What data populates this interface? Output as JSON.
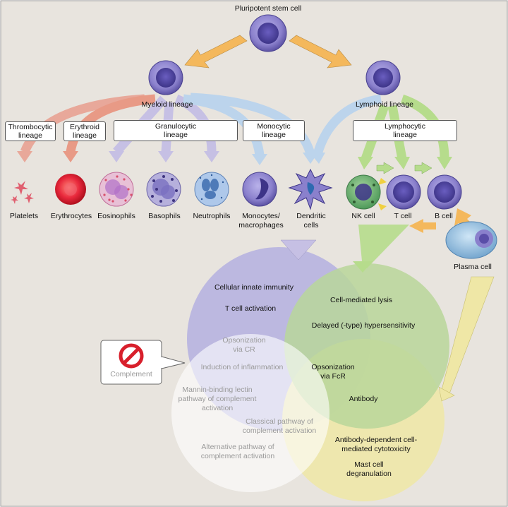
{
  "stem_cell": "Pluripotent stem cell",
  "myeloid": "Myeloid lineage",
  "lymphoid": "Lymphoid lineage",
  "lineage_boxes": {
    "thrombocytic": "Thrombocytic\nlineage",
    "erythroid": "Erythroid\nlineage",
    "granulocytic": "Granulocytic\nlineage",
    "monocytic": "Monocytic\nlineage",
    "lymphocytic": "Lymphocytic\nlineage"
  },
  "cells": {
    "platelets": "Platelets",
    "erythrocytes": "Erythrocytes",
    "eosinophils": "Eosinophils",
    "basophils": "Basophils",
    "neutrophils": "Neutrophils",
    "monocytes": "Monocytes/\nmacrophages",
    "dendritic": "Dendritic\ncells",
    "nk": "NK cell",
    "t": "T cell",
    "b": "B cell",
    "plasma": "Plasma cell"
  },
  "functions": {
    "cellular_innate": "Cellular innate immunity",
    "t_activation": "T cell activation",
    "cell_lysis": "Cell-mediated lysis",
    "delayed": "Delayed (-type) hypersensitivity",
    "opson_cr": "Opsonization\nvia CR",
    "inflammation": "Induction of inflammation",
    "opson_fcr": "Opsonization\nvia FcR",
    "mannin": "Mannin-binding lectin\npathway of complement\nactivation",
    "antibody": "Antibody",
    "classical": "Classical pathway of\ncomplement activation",
    "adcc": "Antibody-dependent cell-\nmediated cytotoxicity",
    "alternative": "Alternative pathway of\ncomplement activation",
    "mast": "Mast cell\ndegranulation"
  },
  "complement": "Complement",
  "colors": {
    "background": "#e8e4de",
    "innate_circle": "#b7b2e0",
    "lymph_circle": "#b8d69a",
    "antibody_circle": "#efe7a6",
    "complement_circle": "#ffffff",
    "cell_purple": "#7c6fc0",
    "arrow_orange": "#f4b85c",
    "arrow_blue": "#bcd4ec",
    "arrow_green": "#b6dc8c",
    "arrow_red": "#e89a86",
    "arrow_lavender": "#c6c0e4"
  }
}
